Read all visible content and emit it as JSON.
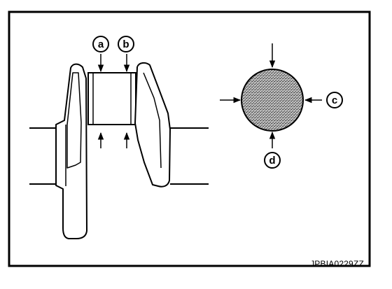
{
  "figure": {
    "callouts": {
      "a": "a",
      "b": "b",
      "c": "c",
      "d": "d"
    },
    "reference_code": "JPBIA0229ZZ",
    "colors": {
      "ink": "#000000",
      "paper": "#ffffff",
      "stipple": "#7a7a7a"
    }
  }
}
